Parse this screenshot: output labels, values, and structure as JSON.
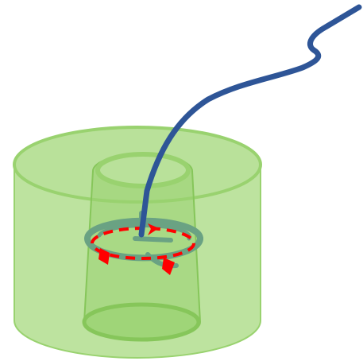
{
  "colors": {
    "background": "#ffffff",
    "outer_cylinder_fill": "#b9e19a",
    "outer_cylinder_stroke": "#99d26f",
    "inner_bore_fill": "#99d26f",
    "inner_bore_stroke": "#86c65a",
    "coil": "#6aa283",
    "current_arrows": "#ff0000",
    "cable": "#2e5597"
  },
  "parts": [
    {
      "name": "outer-cylinder",
      "shape": "hollow cylinder",
      "style": "translucent"
    },
    {
      "name": "inner-bore",
      "shape": "cylinder",
      "style": "translucent"
    },
    {
      "name": "coil",
      "shape": "ring loop"
    },
    {
      "name": "current-flow-indicator",
      "shape": "dashed circle with arrows"
    },
    {
      "name": "cable",
      "shape": "curved wire"
    }
  ]
}
